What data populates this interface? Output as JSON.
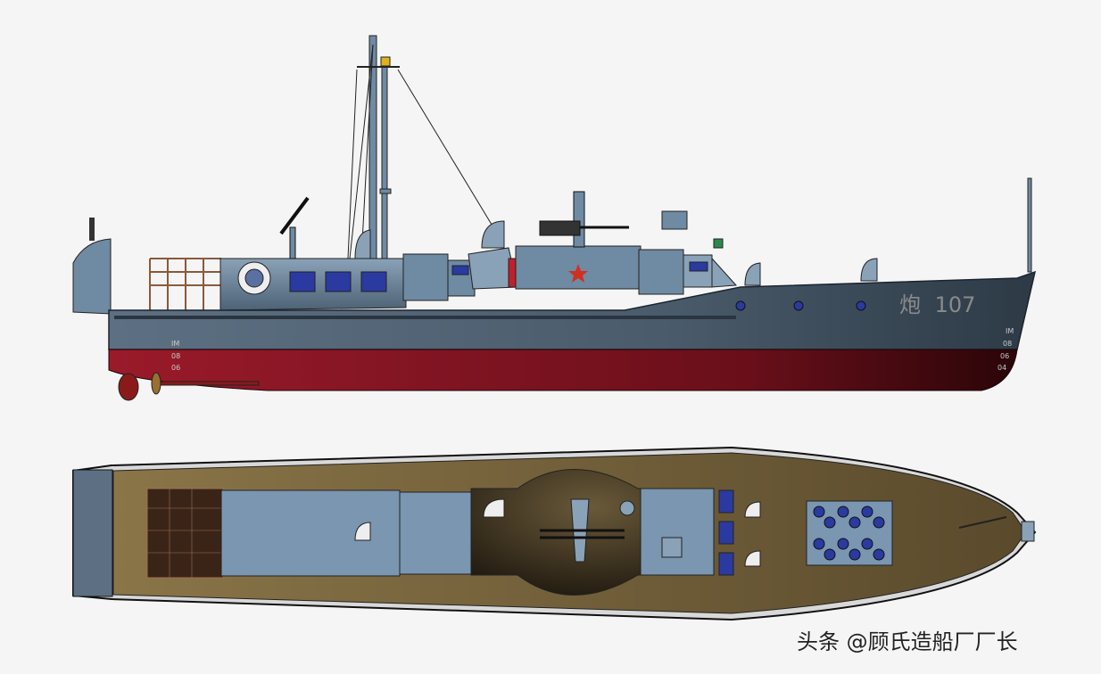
{
  "side_view": {
    "hull_marking": {
      "prefix": "炮",
      "number": "107"
    },
    "draft_marks_stern": [
      "IM",
      "08",
      "06"
    ],
    "draft_marks_bow": [
      "IM",
      "08",
      "06",
      "04"
    ]
  },
  "watermark": "头条 @顾氏造船厂厂长",
  "colors": {
    "background": "#f5f5f5",
    "hull_gray": "#4a5c6c",
    "superstructure": "#6f8aa3",
    "antifouling_red": "#6e0f1a",
    "deck_olive": "#6b5a38"
  }
}
